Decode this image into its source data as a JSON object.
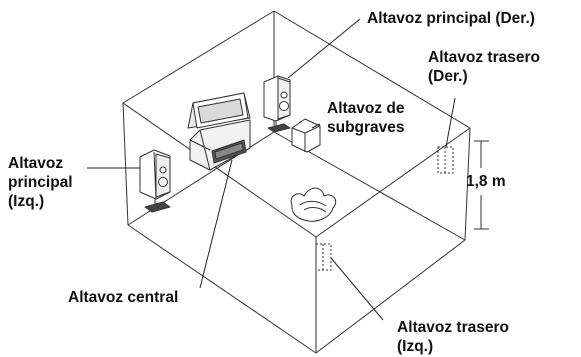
{
  "labels": {
    "main_right": "Altavoz principal (Der.)",
    "rear_right": [
      "Altavoz trasero",
      "(Der.)"
    ],
    "subwoofer": [
      "Altavoz de",
      "subgraves"
    ],
    "main_left": [
      "Altavoz",
      "principal",
      "(Izq.)"
    ],
    "height": "1,8 m",
    "center": "Altavoz central",
    "rear_left": [
      "Altavoz trasero",
      "(Izq.)"
    ]
  }
}
